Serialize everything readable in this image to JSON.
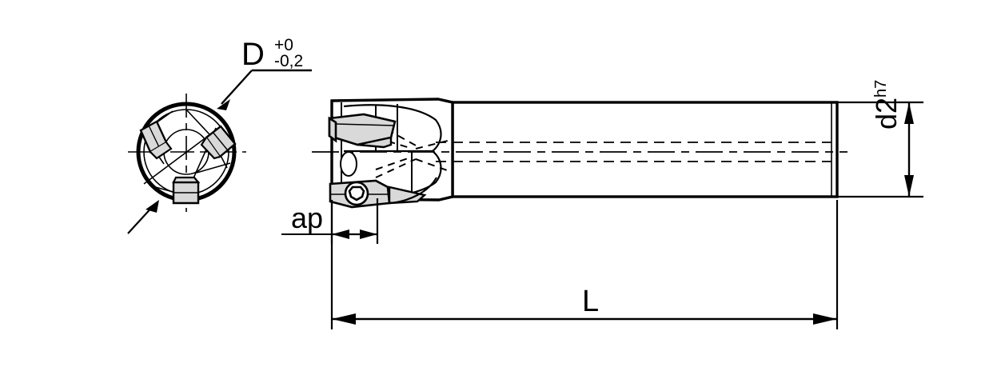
{
  "drawing": {
    "type": "engineering-drawing",
    "subject": "indexable-insert-shoulder-end-mill",
    "background_color": "#ffffff",
    "line_color": "#000000",
    "insert_fill_color": "#d9d9d9",
    "views": [
      {
        "name": "front-view",
        "description": "end view showing three inserts at 120 degrees"
      },
      {
        "name": "side-view",
        "description": "cutter head with inserts and cylindrical shank"
      }
    ]
  },
  "labels": {
    "diameter": {
      "symbol": "D",
      "tolerance_upper": "+0",
      "tolerance_lower": "-0,2"
    },
    "depth_of_cut": {
      "symbol": "ap"
    },
    "overall_length": {
      "symbol": "L"
    },
    "shank_diameter": {
      "symbol": "d2",
      "fit": "h7"
    }
  },
  "dimensions": {
    "items": [
      {
        "name": "D",
        "type": "leader",
        "view": "front-view"
      },
      {
        "name": "ap",
        "type": "linear-horizontal",
        "view": "side-view"
      },
      {
        "name": "L",
        "type": "linear-horizontal",
        "view": "side-view"
      },
      {
        "name": "d2h7",
        "type": "linear-vertical",
        "view": "side-view"
      }
    ]
  }
}
